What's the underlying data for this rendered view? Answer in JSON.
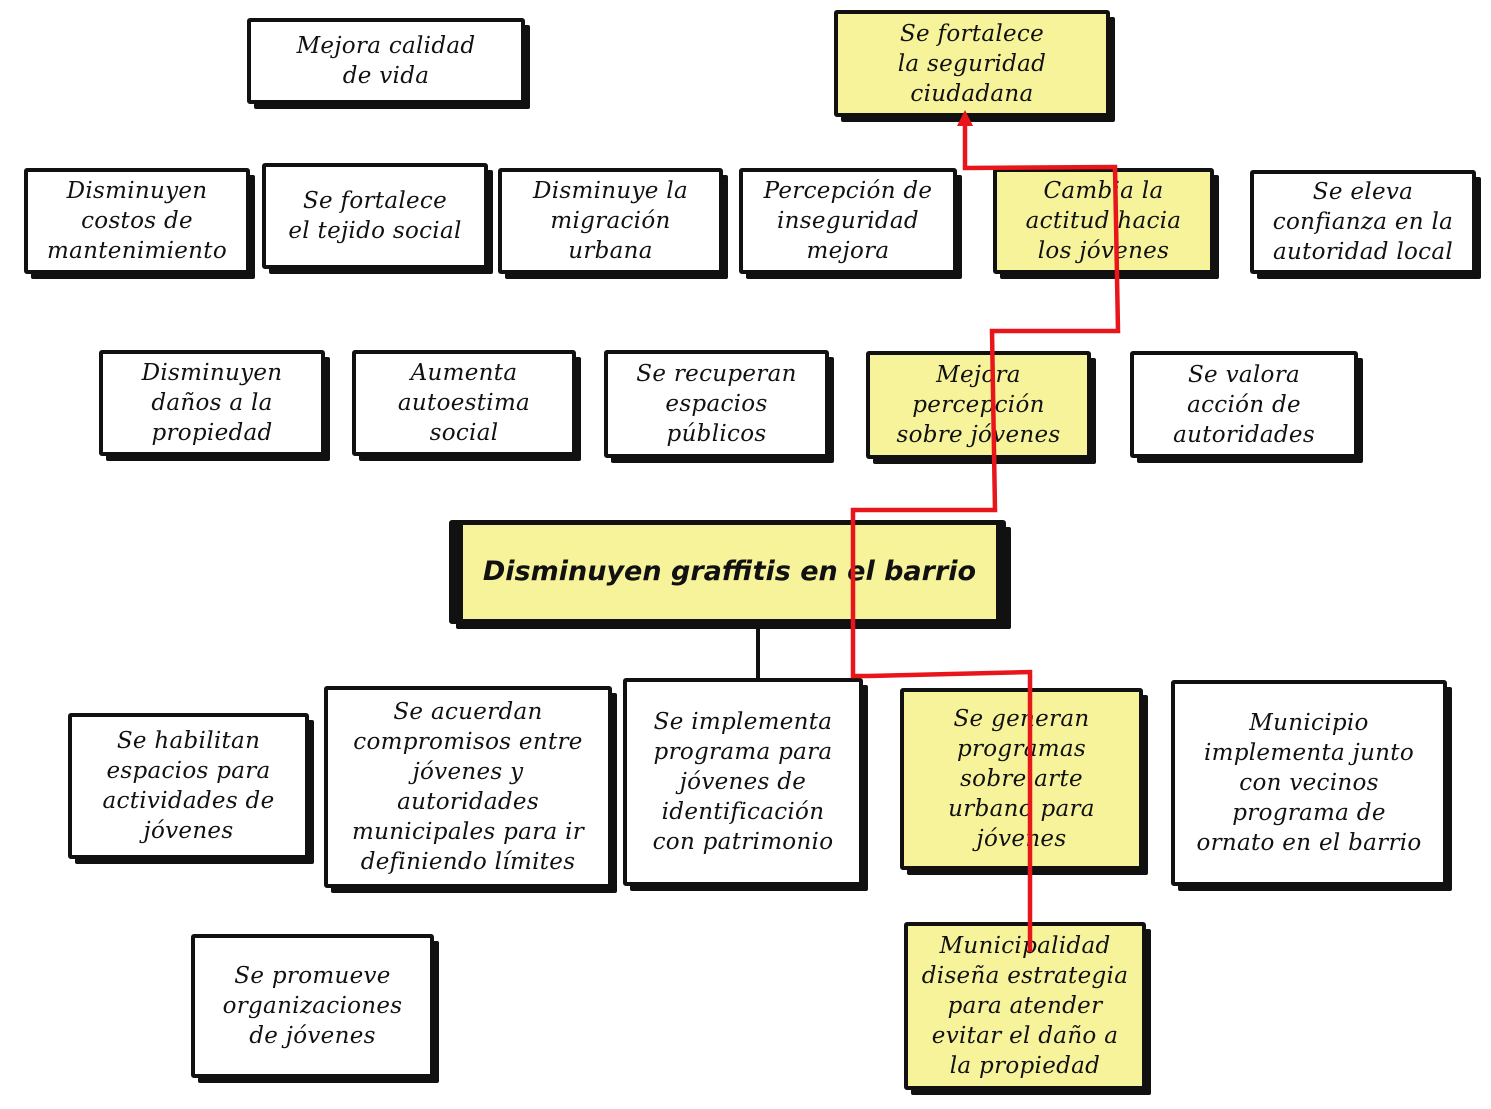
{
  "colors": {
    "highlight": "#f6f39a",
    "border": "#111111",
    "path": "#e8161b"
  },
  "boxes": [
    {
      "id": "mejora-calidad",
      "text": "Mejora calidad\nde vida",
      "highlight": false
    },
    {
      "id": "seguridad",
      "text": "Se fortalece\nla seguridad\nciudadana",
      "highlight": true
    },
    {
      "id": "costos",
      "text": "Disminuyen\ncostos de\nmantenimiento",
      "highlight": false
    },
    {
      "id": "tejido",
      "text": "Se fortalece\nel tejido social",
      "highlight": false
    },
    {
      "id": "migracion",
      "text": "Disminuye la\nmigración\nurbana",
      "highlight": false
    },
    {
      "id": "percepcion-inseguridad",
      "text": "Percepción de\ninseguridad\nmejora",
      "highlight": false
    },
    {
      "id": "actitud",
      "text": "Cambia la\nactitud hacia\nlos jóvenes",
      "highlight": true
    },
    {
      "id": "confianza",
      "text": "Se eleva\nconfianza en la\nautoridad local",
      "highlight": false
    },
    {
      "id": "danos",
      "text": "Disminuyen\ndaños a la\npropiedad",
      "highlight": false
    },
    {
      "id": "autoestima",
      "text": "Aumenta\nautoestima\nsocial",
      "highlight": false
    },
    {
      "id": "espacios",
      "text": "Se recuperan\nespacios\npúblicos",
      "highlight": false
    },
    {
      "id": "percepcion-jovenes",
      "text": "Mejora\npercepción\nsobre jóvenes",
      "highlight": true
    },
    {
      "id": "valora",
      "text": "Se valora\nacción de\nautoridades",
      "highlight": false
    },
    {
      "id": "main",
      "text": "Disminuyen graffitis en el barrio",
      "highlight": true
    },
    {
      "id": "habilitan",
      "text": "Se habilitan\nespacios para\nactividades de\njóvenes",
      "highlight": false
    },
    {
      "id": "compromisos",
      "text": "Se acuerdan\ncompromisos entre\njóvenes y\nautoridades\nmunicipales para ir\ndefiniendo límites",
      "highlight": false
    },
    {
      "id": "patrimonio",
      "text": "Se implementa\nprograma para\njóvenes de\nidentificación\ncon patrimonio",
      "highlight": false
    },
    {
      "id": "arte",
      "text": "Se generan\nprogramas\nsobre arte\nurbano para\njóvenes",
      "highlight": true
    },
    {
      "id": "ornato",
      "text": "Municipio\nimplementa  junto\ncon vecinos\nprograma de\nornato en el barrio",
      "highlight": false
    },
    {
      "id": "organizaciones",
      "text": "Se promueve\norganizaciones\nde jóvenes",
      "highlight": false
    },
    {
      "id": "estrategia",
      "text": "Municipalidad\ndiseña estrategia\npara atender\nevitar el daño a\nla propiedad",
      "highlight": true
    }
  ]
}
